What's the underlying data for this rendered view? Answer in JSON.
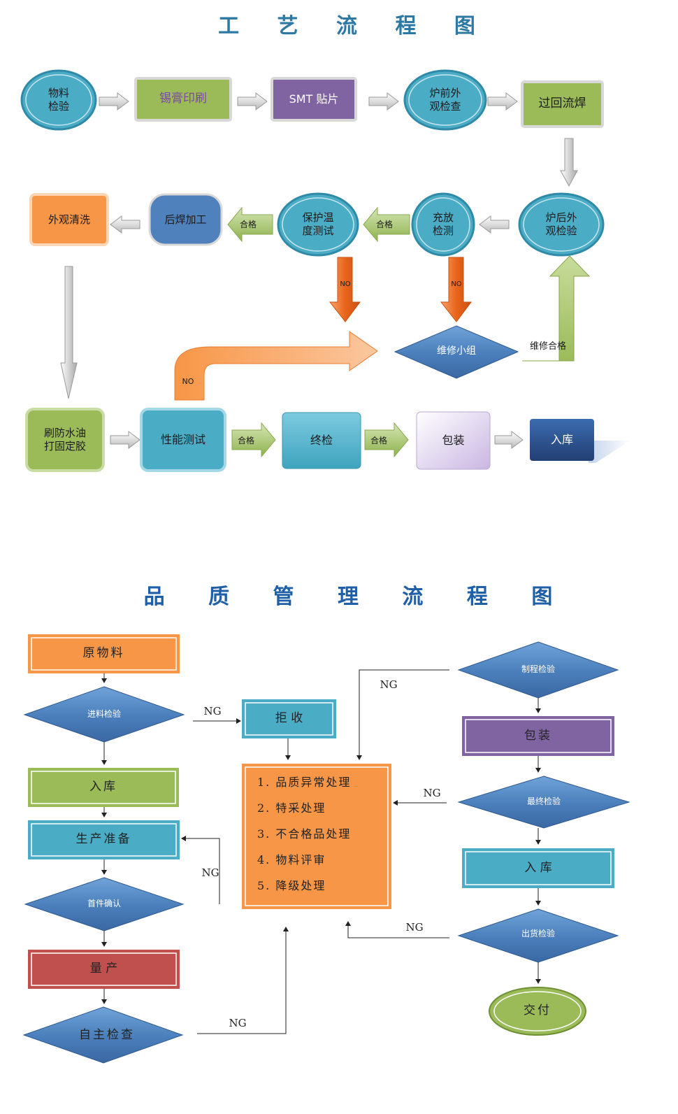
{
  "process_flow": {
    "title": "工 艺 流 程 图",
    "nodes": {
      "material_check": "物料\n检验",
      "paste_print": "锡膏印刷",
      "smt": "SMT 贴片",
      "pre_furnace": "炉前外\n观检查",
      "reflow": "过回流焊",
      "post_furnace": "炉后外\n观检验",
      "charge_test": "充放\n检测",
      "temp_test": "保护温\n度测试",
      "post_weld": "后焊加工",
      "wash": "外观清洗",
      "repair_team": "维修小组",
      "coating": "刷防水油\n打固定胶",
      "perf_test": "性能测试",
      "final_check": "终检",
      "packing": "包装",
      "warehouse": "入库"
    },
    "arrow_labels": {
      "pass": "合格",
      "no": "NO",
      "repair_pass": "维修合格"
    }
  },
  "quality_flow": {
    "title": "品 质 管 理 流 程 图",
    "nodes": {
      "raw_material": "原物料",
      "incoming_check": "进料检验",
      "reject": "拒  收",
      "stock_in": "入库",
      "prep": "生产准备",
      "first_article": "首件确认",
      "mass_production": "量      产",
      "self_check": "自主检查",
      "process_check": "制程检验",
      "packing": "包装",
      "final_check": "最终检验",
      "warehouse": "入    库",
      "shipping_check": "出货检验",
      "delivery": "交付"
    },
    "handling_list": [
      "1. 品质异常处理",
      "2. 特采处理",
      "3. 不合格品处理",
      "4. 物料评审",
      "5. 降级处理"
    ],
    "ng_label": "NG"
  },
  "colors": {
    "teal": "#4bacc6",
    "green": "#9bbb59",
    "purple": "#8064a2",
    "orange": "#f79646",
    "blue": "#4f81bd",
    "red": "#c0504d",
    "navy": "#2c5490"
  }
}
